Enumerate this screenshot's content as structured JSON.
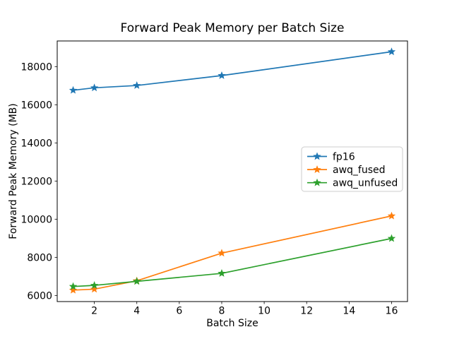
{
  "chart_data": {
    "type": "line",
    "title": "Forward Peak Memory per Batch Size",
    "xlabel": "Batch Size",
    "ylabel": "Forward Peak Memory (MB)",
    "x": [
      1,
      2,
      4,
      8,
      16
    ],
    "series": [
      {
        "name": "fp16",
        "color": "#1f77b4",
        "marker": "star",
        "values": [
          16760,
          16890,
          17010,
          17530,
          18780
        ]
      },
      {
        "name": "awq_fused",
        "color": "#ff7f0e",
        "marker": "star",
        "values": [
          6280,
          6330,
          6770,
          8220,
          10170
        ]
      },
      {
        "name": "awq_unfused",
        "color": "#2ca02c",
        "marker": "star",
        "values": [
          6470,
          6530,
          6740,
          7160,
          8990
        ]
      }
    ],
    "xticks": [
      2,
      4,
      6,
      8,
      10,
      12,
      14,
      16
    ],
    "yticks": [
      6000,
      8000,
      10000,
      12000,
      14000,
      16000,
      18000
    ],
    "xlim": [
      0.25,
      16.75
    ],
    "ylim": [
      5680,
      19345
    ],
    "grid": false,
    "legend": {
      "position": "center right",
      "entries": [
        "fp16",
        "awq_fused",
        "awq_unfused"
      ]
    },
    "colors": {
      "spine": "#000000",
      "background": "#ffffff",
      "legend_border": "#cccccc"
    }
  }
}
